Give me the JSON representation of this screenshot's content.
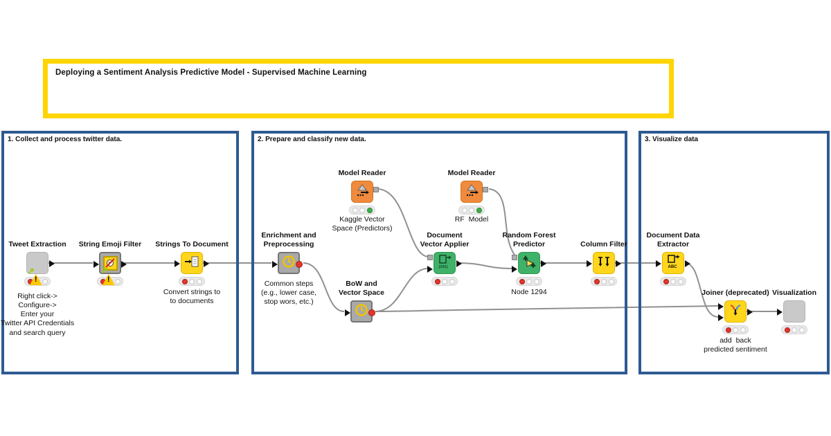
{
  "title_box": {
    "title": "Deploying a Sentiment Analysis Predictive Model - Supervised Machine Learning"
  },
  "sections": [
    {
      "label": "1. Collect and process twitter data."
    },
    {
      "label": "2. Prepare and classify new data."
    },
    {
      "label": "3. Visualize data"
    }
  ],
  "nodes": [
    {
      "id": "tweet-extraction",
      "label": "Tweet Extraction",
      "comment": "Right click->\nConfigure->\nEnter your\nTwitter API Credentials\nand search query",
      "status": "red-warning",
      "type": "component-gray"
    },
    {
      "id": "string-emoji-filter",
      "label": "String Emoji Filter",
      "comment": "",
      "status": "red-warning",
      "type": "component-gray"
    },
    {
      "id": "strings-to-document",
      "label": "Strings To Document",
      "comment": "Convert strings to\nto documents",
      "status": "red",
      "type": "node-yellow"
    },
    {
      "id": "enrichment-and-preprocessing",
      "label": "Enrichment and\nPreprocessing",
      "comment": "Common steps\n(e.g., lower case,\nstop wors, etc.)",
      "status": "none",
      "type": "metanode"
    },
    {
      "id": "model-reader-kaggle",
      "label": "Model Reader",
      "comment": "Kaggle Vector\nSpace (Predictors)",
      "status": "green",
      "type": "node-orange"
    },
    {
      "id": "bow-and-vector-space",
      "label": "BoW and\nVector Space",
      "comment": "",
      "status": "none",
      "type": "metanode"
    },
    {
      "id": "document-vector-applier",
      "label": "Document\nVector Applier",
      "comment": "",
      "status": "red",
      "type": "node-green"
    },
    {
      "id": "model-reader-rf",
      "label": "Model Reader",
      "comment": "RF  Model",
      "status": "green",
      "type": "node-orange"
    },
    {
      "id": "random-forest-predictor",
      "label": "Random Forest\nPredictor",
      "comment": "Node 1294",
      "status": "red",
      "type": "node-green"
    },
    {
      "id": "column-filter",
      "label": "Column Filter",
      "comment": "",
      "status": "red",
      "type": "node-yellow"
    },
    {
      "id": "document-data-extractor",
      "label": "Document Data\nExtractor",
      "comment": "",
      "status": "red",
      "type": "node-yellow"
    },
    {
      "id": "joiner-deprecated",
      "label": "Joiner (deprecated)",
      "comment": "add  back\npredicted sentiment",
      "status": "red",
      "type": "node-yellow"
    },
    {
      "id": "visualization",
      "label": "Visualization",
      "comment": "",
      "status": "red",
      "type": "component-gray"
    }
  ],
  "icons": {
    "model-reader-icon": "gray triangle + right arrow + dots",
    "metanode-clock-icon": "yellow clock",
    "emoji-filter-icon": "face with red slash",
    "string-to-document-icon": "arrow into document",
    "document-vector-icon": "document (101)",
    "random-forest-icon": "trees + yellow play",
    "column-filter-icon": "two down arrows",
    "document-abc-icon": "document ABC",
    "joiner-icon": "red + blue arrows merging down",
    "component-link-icon": "green up-right arrow",
    "warning-icon": "yellow triangle !"
  },
  "colors": {
    "annotation_border": "#fed500",
    "section_border": "#2d5a92",
    "node_yellow": "#ffd61b",
    "node_orange": "#f08a3c",
    "node_green": "#3fb168",
    "node_gray": "#c9c9c9",
    "metanode_gray": "#a9a9a9",
    "status_red": "#e5352b",
    "status_green": "#3db049",
    "warning_yellow": "#fdc800",
    "wire_gray": "#909090"
  }
}
